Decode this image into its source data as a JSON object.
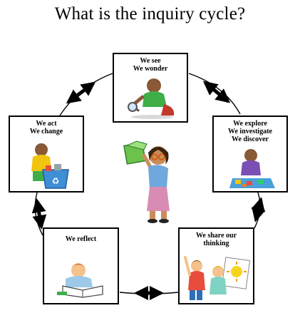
{
  "title": "What is the inquiry cycle?",
  "stages": [
    {
      "id": "see",
      "lines": [
        "We see",
        "We wonder"
      ]
    },
    {
      "id": "explore",
      "lines": [
        "We explore",
        "We investigate",
        "We discover"
      ]
    },
    {
      "id": "share",
      "lines": [
        "We share our",
        "thinking"
      ]
    },
    {
      "id": "reflect",
      "lines": [
        "We reflect"
      ]
    },
    {
      "id": "act",
      "lines": [
        "We act",
        "We change"
      ]
    }
  ],
  "illustrations": [
    "child-with-magnifying-glass",
    "child-with-puzzle",
    "children-presenting-sun-drawing",
    "child-reading-book",
    "child-recycling",
    "child-holding-green-box"
  ],
  "connectors": [
    "double-arrow",
    "double-arrow",
    "double-arrow",
    "double-arrow",
    "double-arrow"
  ],
  "colors": {
    "text": "#000000",
    "border": "#000000",
    "background": "#ffffff"
  }
}
